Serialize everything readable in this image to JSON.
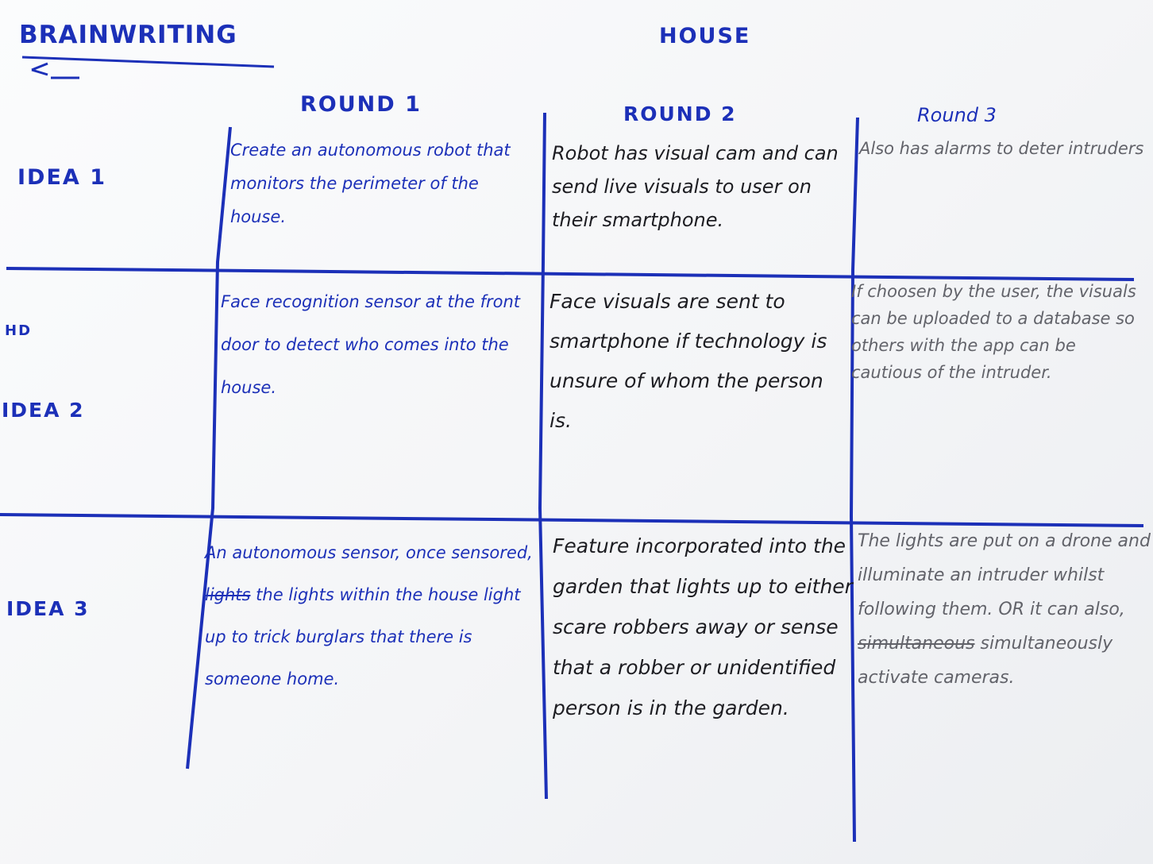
{
  "header": {
    "title": "BRAINWRITING",
    "subject": "HOUSE"
  },
  "columns": [
    "ROUND 1",
    "ROUND 2",
    "Round 3"
  ],
  "rows": [
    {
      "label": "IDEA 1",
      "round1": "Create an autonomous robot that monitors the perimeter of the house.",
      "round2": "Robot has visual cam and can send live visuals to user on their smartphone.",
      "round3": "Also has alarms to deter intruders"
    },
    {
      "label": "IDEA 2",
      "margin_scribble": "HD",
      "round1": "Face recognition sensor at the front door to detect who comes into the house.",
      "round2": "Face visuals are sent to smartphone if technology is unsure of whom the person is.",
      "round3": "If choosen by the user, the visuals can be uploaded to a database so others with the app can be cautious of the intruder."
    },
    {
      "label": "IDEA 3",
      "round1_before": "An autonomous sensor, once sensored, ",
      "round1_struck": "lights",
      "round1_after": " the lights within the house light up to trick burglars that there is someone home.",
      "round2": "Feature incorporated into the garden that lights up to either scare robbers away or sense that a robber or unidentified person is in the garden.",
      "round3_before": "The lights are put on a drone and illuminate an intruder whilst following them. OR it can also, ",
      "round3_struck": "simultaneous",
      "round3_after": " simultaneously activate cameras."
    }
  ],
  "colors": {
    "ink_blue": "#1c30b8",
    "ink_black": "#1d1d22",
    "pencil_grey": "#62636a",
    "paper": "#f7f8fa"
  }
}
